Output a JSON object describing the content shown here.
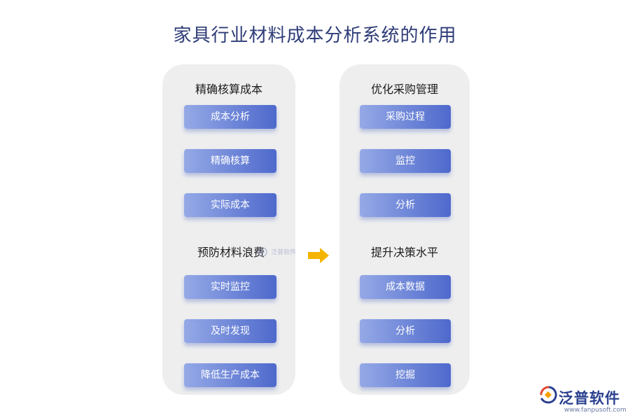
{
  "title": "家具行业材料成本分析系统的作用",
  "left": {
    "section1": {
      "heading": "精确核算成本",
      "items": [
        "成本分析",
        "精确核算",
        "实际成本"
      ]
    },
    "section2": {
      "heading": "预防材料浪费",
      "items": [
        "实时监控",
        "及时发现",
        "降低生产成本"
      ]
    }
  },
  "right": {
    "section1": {
      "heading": "优化采购管理",
      "items": [
        "采购过程",
        "监控",
        "分析"
      ]
    },
    "section2": {
      "heading": "提升决策水平",
      "items": [
        "成本数据",
        "分析",
        "挖掘"
      ]
    }
  },
  "watermark": {
    "center": "泛普软件"
  },
  "logo": {
    "text": "泛普软件",
    "url": "www.fanpusoft.com"
  },
  "colors": {
    "button_start": "#95a9e6",
    "button_end": "#4e69cc",
    "arrow": "#f5b400",
    "panel": "#eeeeef",
    "title": "#2e3c78"
  }
}
